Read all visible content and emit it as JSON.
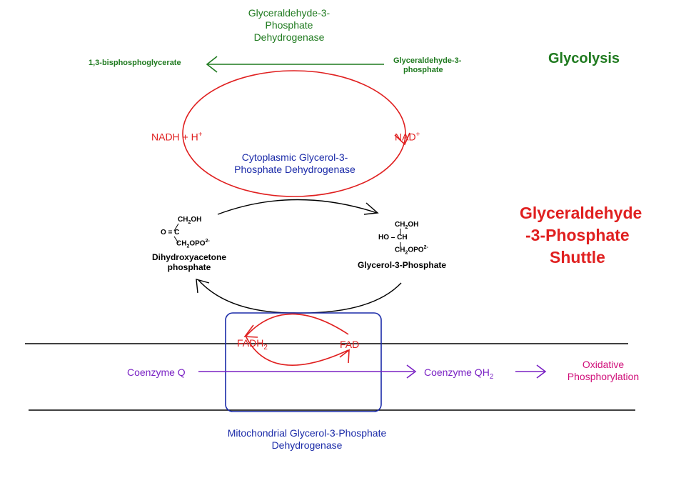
{
  "labels": {
    "enzyme_top": [
      "Glyceraldehyde-3-",
      "Phosphate",
      "Dehydrogenase"
    ],
    "bisphosphoglycerate": "1,3-bisphosphoglycerate",
    "g3p": [
      "Glyceraldehyde-3-",
      "phosphate"
    ],
    "glycolysis": "Glycolysis",
    "nadh": "NADH + H",
    "nadh_sup": "+",
    "nad": "NAD",
    "nad_sup": "+",
    "cyto_enzyme": [
      "Cytoplasmic Glycerol-3-",
      "Phosphate Dehydrogenase"
    ],
    "shuttle_title": [
      "Glyceraldehyde",
      "-3-Phosphate",
      "Shuttle"
    ],
    "dhap": [
      "Dihydroxyacetone",
      "phosphate"
    ],
    "glycerol3p": "Glycerol-3-Phosphate",
    "fadh2": "FADH",
    "fadh2_sub": "2",
    "fad": "FAD",
    "coq": "Coenzyme Q",
    "coqh2": "Coenzyme QH",
    "coqh2_sub": "2",
    "ox_phos": [
      "Oxidative",
      "Phosphorylation"
    ],
    "mito_enzyme": [
      "Mitochondrial Glycerol-3-Phosphate",
      "Dehydrogenase"
    ]
  },
  "chem": {
    "ch2oh": "CH",
    "ch2oh_sub": "2",
    "ch2oh_end": "OH",
    "keto": "O = C",
    "ch2opo": "CH",
    "ch2opo_sub": "2",
    "ch2opo_end": "OPO",
    "charge": "2-",
    "hoch": "HO – CH"
  },
  "colors": {
    "green": "#1f7a1f",
    "red": "#e02020",
    "blue": "#1a2aa8",
    "purple": "#7a22c4",
    "pink": "#d0107a",
    "black": "#000000"
  }
}
